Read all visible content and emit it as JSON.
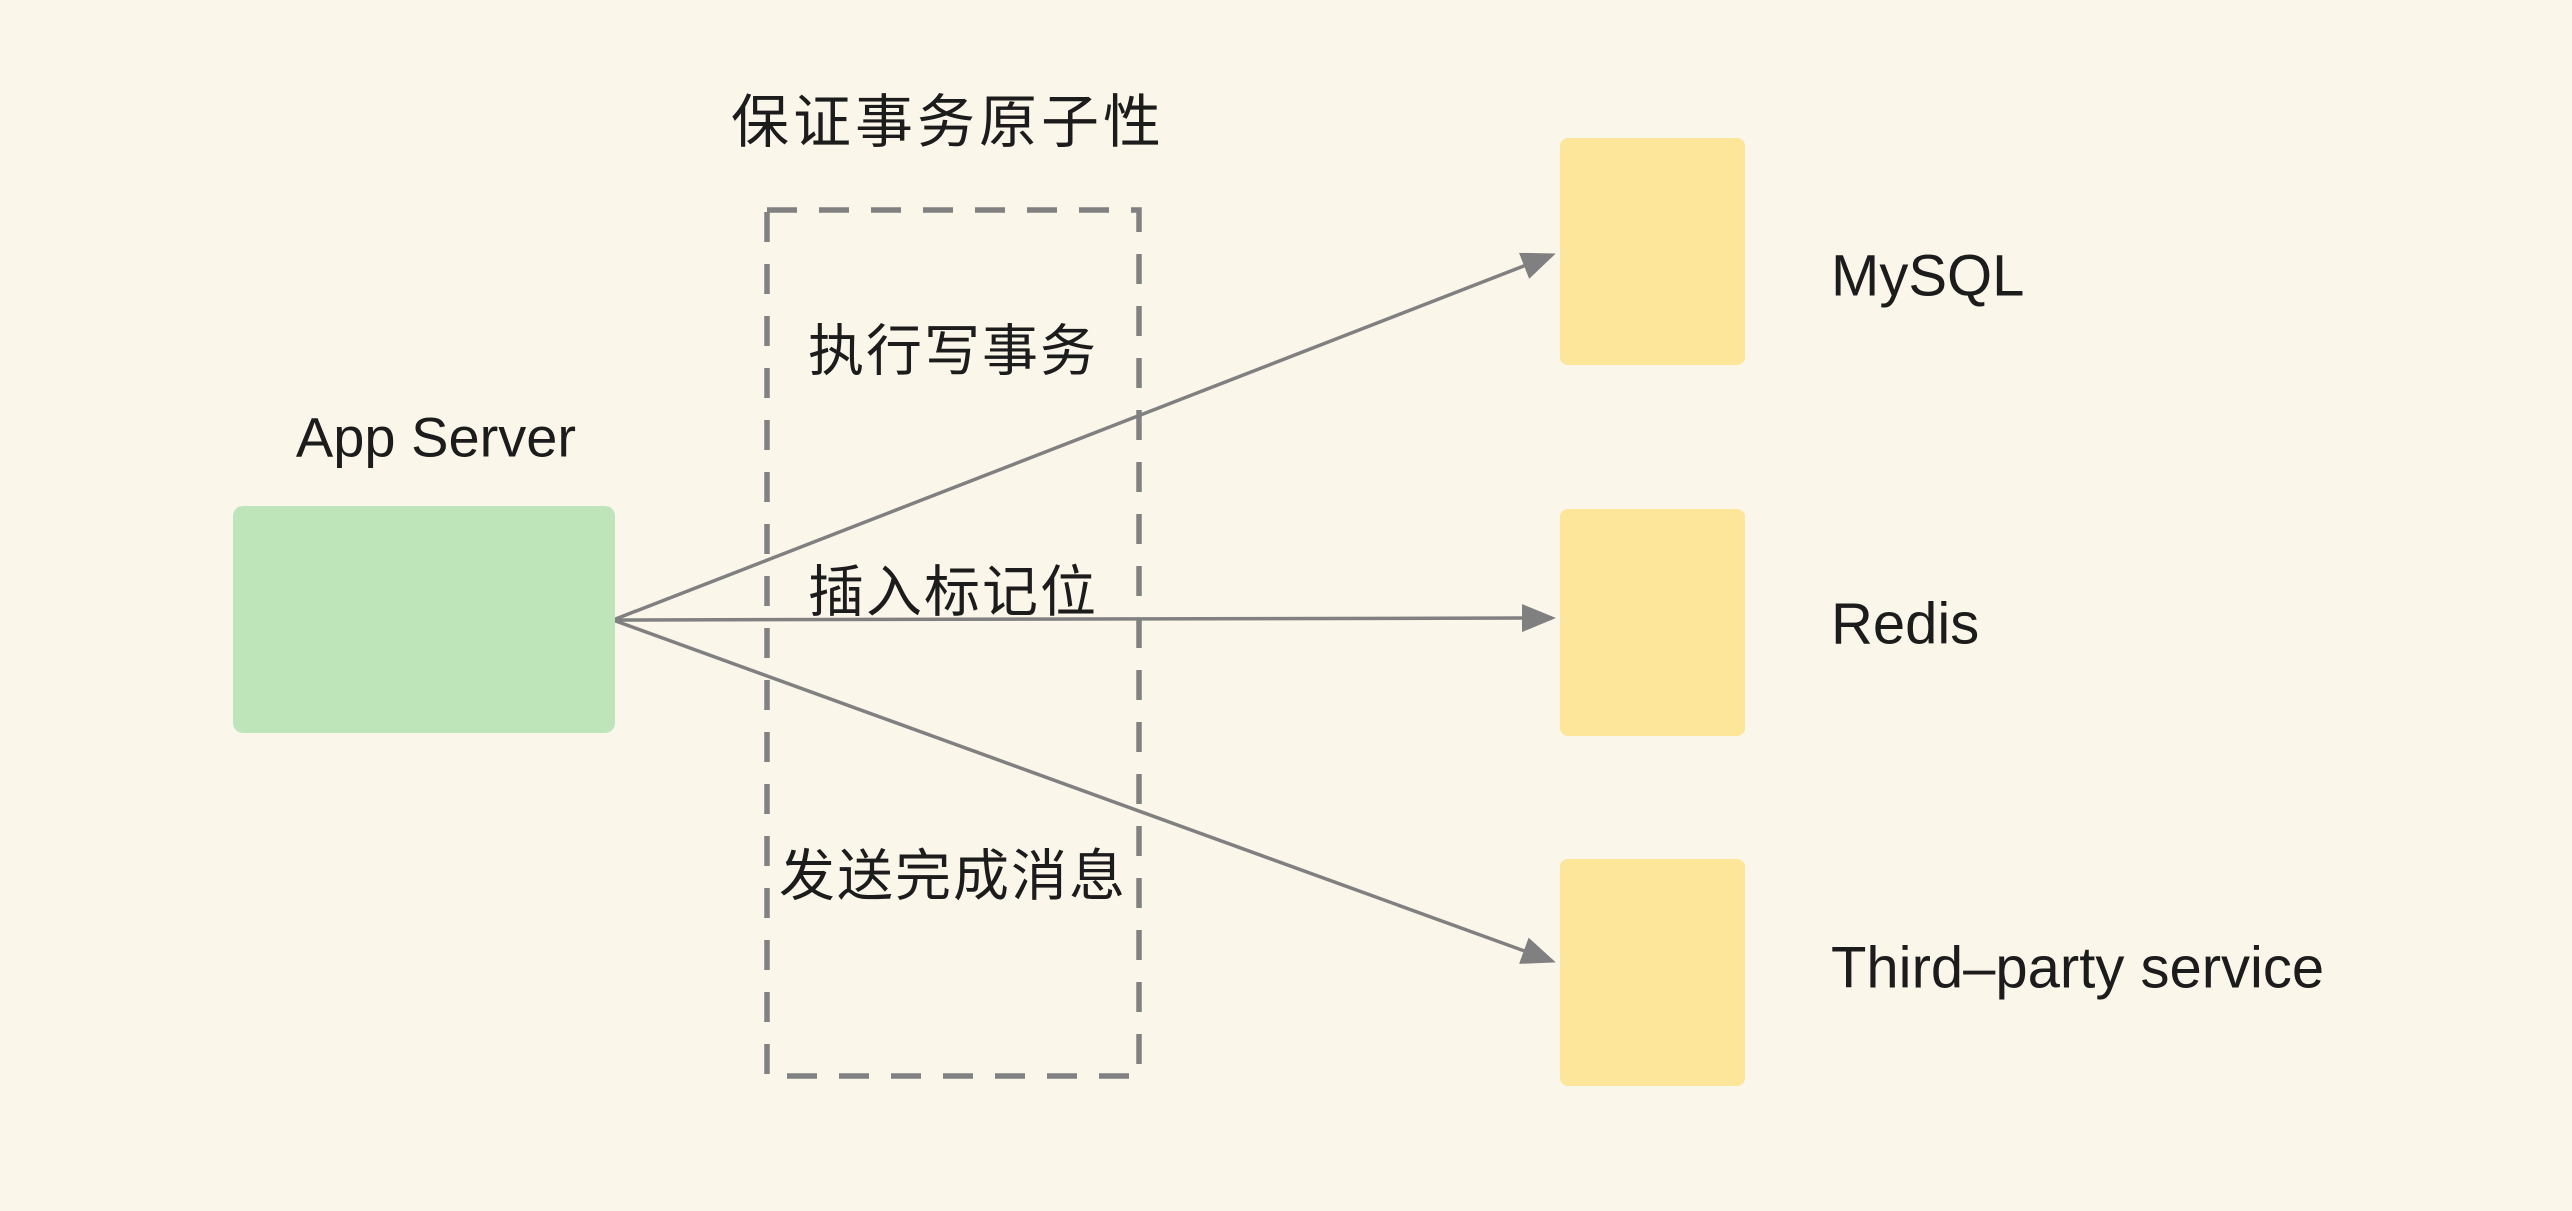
{
  "title": "保证事务原子性",
  "app_server": {
    "label": "App Server"
  },
  "transaction_box": {
    "steps": [
      {
        "label": "执行写事务"
      },
      {
        "label": "插入标记位"
      },
      {
        "label": "发送完成消息"
      }
    ]
  },
  "targets": [
    {
      "label": "MySQL"
    },
    {
      "label": "Redis"
    },
    {
      "label": "Third–party service"
    }
  ],
  "colors": {
    "background": "#FAF6E9",
    "app_server_fill": "#BEE5BA",
    "target_fill": "#FDE699",
    "line_gray": "#818181",
    "arrow_gray": "#808080",
    "text": "#1C1C1C"
  }
}
